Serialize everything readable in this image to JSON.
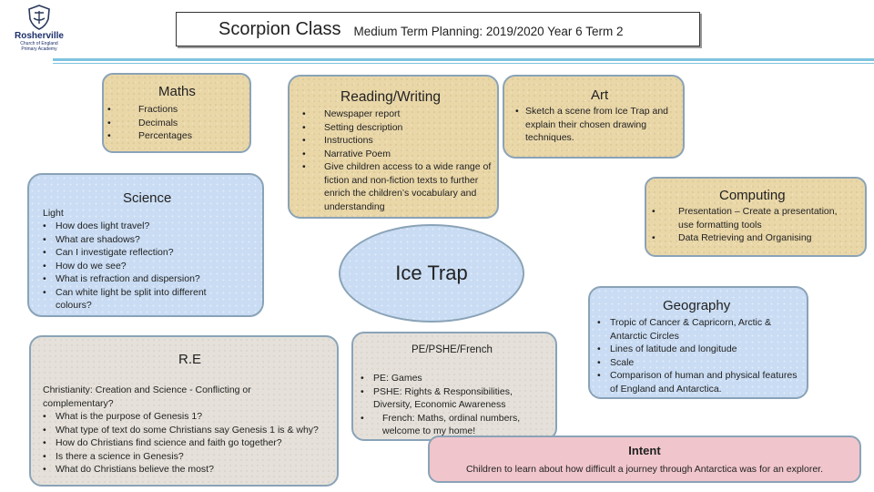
{
  "header": {
    "school_name": "Rosherville",
    "school_sub1": "Church of England",
    "school_sub2": "Primary Academy",
    "class_title": "Scorpion Class",
    "subtitle": "Medium Term Planning: 2019/2020  Year 6 Term 2"
  },
  "center": {
    "topic": "Ice Trap"
  },
  "maths": {
    "title": "Maths",
    "items": [
      "Fractions",
      "Decimals",
      "Percentages"
    ]
  },
  "reading": {
    "title": "Reading/Writing",
    "items": [
      "Newspaper report",
      "Setting description",
      "Instructions",
      "Narrative Poem",
      "Give children access to a wide range of fiction and non-fiction texts to further enrich the children’s vocabulary and understanding"
    ]
  },
  "art": {
    "title": "Art",
    "items": [
      "Sketch a scene from Ice Trap and explain their chosen drawing techniques."
    ]
  },
  "computing": {
    "title": "Computing",
    "items": [
      "Presentation – Create a presentation, use formatting tools",
      "Data Retrieving and Organising"
    ]
  },
  "science": {
    "title": "Science",
    "intro": "Light",
    "items": [
      "How does light travel?",
      "What are shadows?",
      "Can I investigate reflection?",
      "How do we see?",
      "What is refraction and dispersion?",
      "Can white light be split into different colours?"
    ]
  },
  "geography": {
    "title": "Geography",
    "items": [
      "Tropic of Cancer & Capricorn, Arctic & Antarctic Circles",
      "Lines of latitude and longitude",
      "Scale",
      "Comparison of human and physical features of England and Antarctica."
    ]
  },
  "re": {
    "title": "R.E",
    "intro": "Christianity: Creation and Science - Conflicting or complementary?",
    "items": [
      "What is the purpose of Genesis 1?",
      "What type of text do some Christians say Genesis 1 is & why?",
      "How do Christians find science and faith go together?",
      "Is there a science in Genesis?",
      "What do Christians believe the most?"
    ]
  },
  "pshe": {
    "title": "PE/PSHE/French",
    "items": [
      "PE: Games",
      "PSHE: Rights & Responsibilities, Diversity, Economic Awareness",
      "French: Maths, ordinal numbers, welcome to my home!"
    ]
  },
  "intent": {
    "title": "Intent",
    "text": "Children to learn about how difficult a journey through Antarctica was for an explorer."
  },
  "colors": {
    "rule": "#7ec3df",
    "border": "#8aa3b7",
    "intent_bg": "#f0c6cc",
    "blue_bg": "#c9dcf3",
    "texture_bg": "#e9d7a8"
  }
}
